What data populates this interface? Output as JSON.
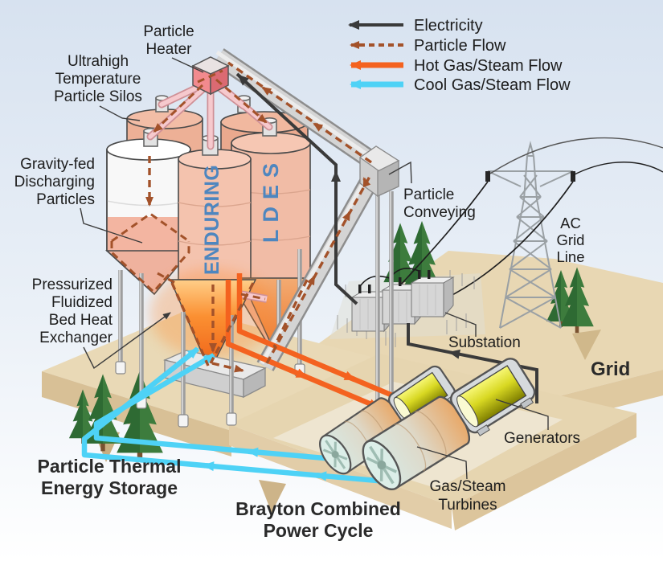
{
  "legend": {
    "items": [
      {
        "label": "Electricity",
        "color": "#3a3a3a"
      },
      {
        "label": "Particle Flow",
        "color": "#a3522a"
      },
      {
        "label": "Hot Gas/Steam Flow",
        "color": "#f4621f"
      },
      {
        "label": "Cool Gas/Steam Flow",
        "color": "#4ed2f6"
      }
    ]
  },
  "labels": {
    "particle_heater": {
      "l1": "Particle",
      "l2": "Heater"
    },
    "silos_label": {
      "l1": "Ultrahigh",
      "l2": "Temperature",
      "l3": "Particle Silos"
    },
    "gravity_label": {
      "l1": "Gravity-fed",
      "l2": "Discharging",
      "l3": "Particles"
    },
    "hx_label": {
      "l1": "Pressurized",
      "l2": "Fluidized",
      "l3": "Bed Heat",
      "l4": "Exchanger"
    },
    "conveying_label": {
      "l1": "Particle",
      "l2": "Conveying"
    },
    "ac_label": {
      "l1": "AC",
      "l2": "Grid",
      "l3": "Line"
    },
    "substation_label": "Substation",
    "grid_label": "Grid",
    "generators_label": "Generators",
    "turbines_label": {
      "l1": "Gas/Steam",
      "l2": "Turbines"
    },
    "storage_caption": {
      "l1": "Particle Thermal",
      "l2": "Energy Storage"
    },
    "brayton_caption": {
      "l1": "Brayton Combined",
      "l2": "Power Cycle"
    }
  },
  "silo_branding": {
    "left": "ENDURING",
    "right": "LDES"
  }
}
